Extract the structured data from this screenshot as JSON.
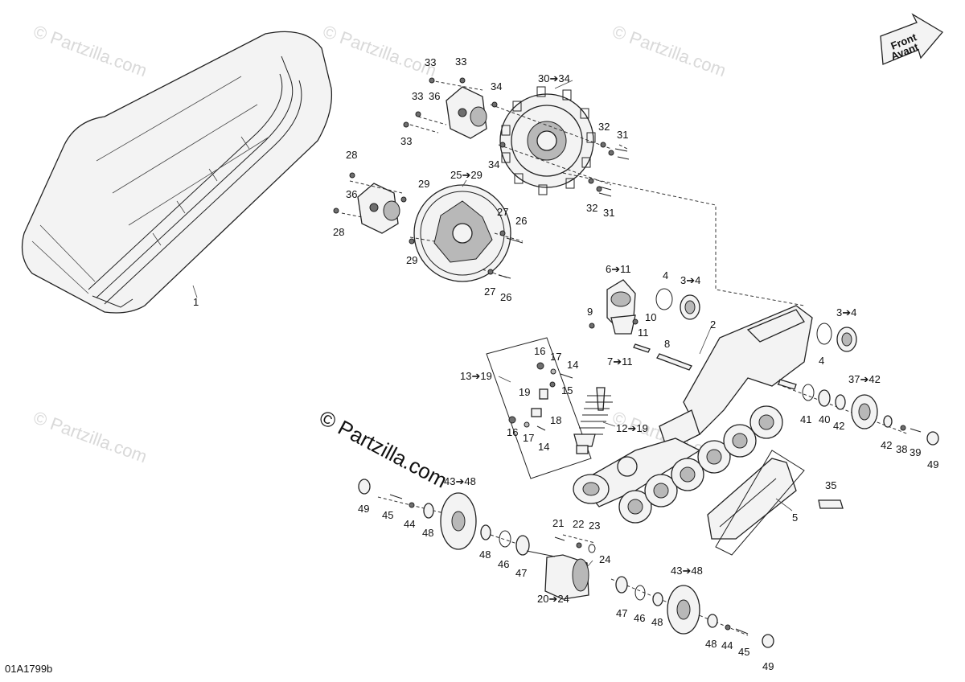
{
  "diagram_code": "01A1799b",
  "watermark": "© Partzilla.com",
  "watermark_center": "© Partzilla.com",
  "front_arrow": {
    "line1": "Front",
    "line2": "Avant"
  },
  "colors": {
    "ink": "#222222",
    "watermark": "#d9d9d9",
    "background": "#ffffff"
  },
  "callouts": {
    "c1": "1",
    "c2": "2",
    "c3a": "3➔4",
    "c3b": "3➔4",
    "c4a": "4",
    "c4b": "4",
    "c5": "5",
    "c6": "6➔11",
    "c7": "7➔11",
    "c8": "8",
    "c9": "9",
    "c10": "10",
    "c11": "11",
    "c12": "12➔19",
    "c13": "13➔19",
    "c14a": "14",
    "c14b": "14",
    "c15": "15",
    "c16a": "16",
    "c16b": "16",
    "c17a": "17",
    "c17b": "17",
    "c18": "18",
    "c19": "19",
    "c20": "20➔24",
    "c21": "21",
    "c22": "22",
    "c23": "23",
    "c24": "24",
    "c25": "25➔29",
    "c26a": "26",
    "c26b": "26",
    "c27a": "27",
    "c27b": "27",
    "c28a": "28",
    "c28b": "28",
    "c29a": "29",
    "c29b": "29",
    "c30": "30➔34",
    "c31a": "31",
    "c31b": "31",
    "c32a": "32",
    "c32b": "32",
    "c33a": "33",
    "c33b": "33",
    "c33c": "33",
    "c33d": "33",
    "c34a": "34",
    "c34b": "34",
    "c35": "35",
    "c36a": "36",
    "c36b": "36",
    "c37": "37➔42",
    "c38": "38",
    "c39": "39",
    "c40": "40",
    "c41": "41",
    "c42a": "42",
    "c42b": "42",
    "c43a": "43➔48",
    "c43b": "43➔48",
    "c44a": "44",
    "c44b": "44",
    "c45a": "45",
    "c45b": "45",
    "c46a": "46",
    "c46b": "46",
    "c47a": "47",
    "c47b": "47",
    "c48a": "48",
    "c48b": "48",
    "c48c": "48",
    "c48d": "48",
    "c49a": "49",
    "c49b": "49",
    "c49c": "49"
  }
}
